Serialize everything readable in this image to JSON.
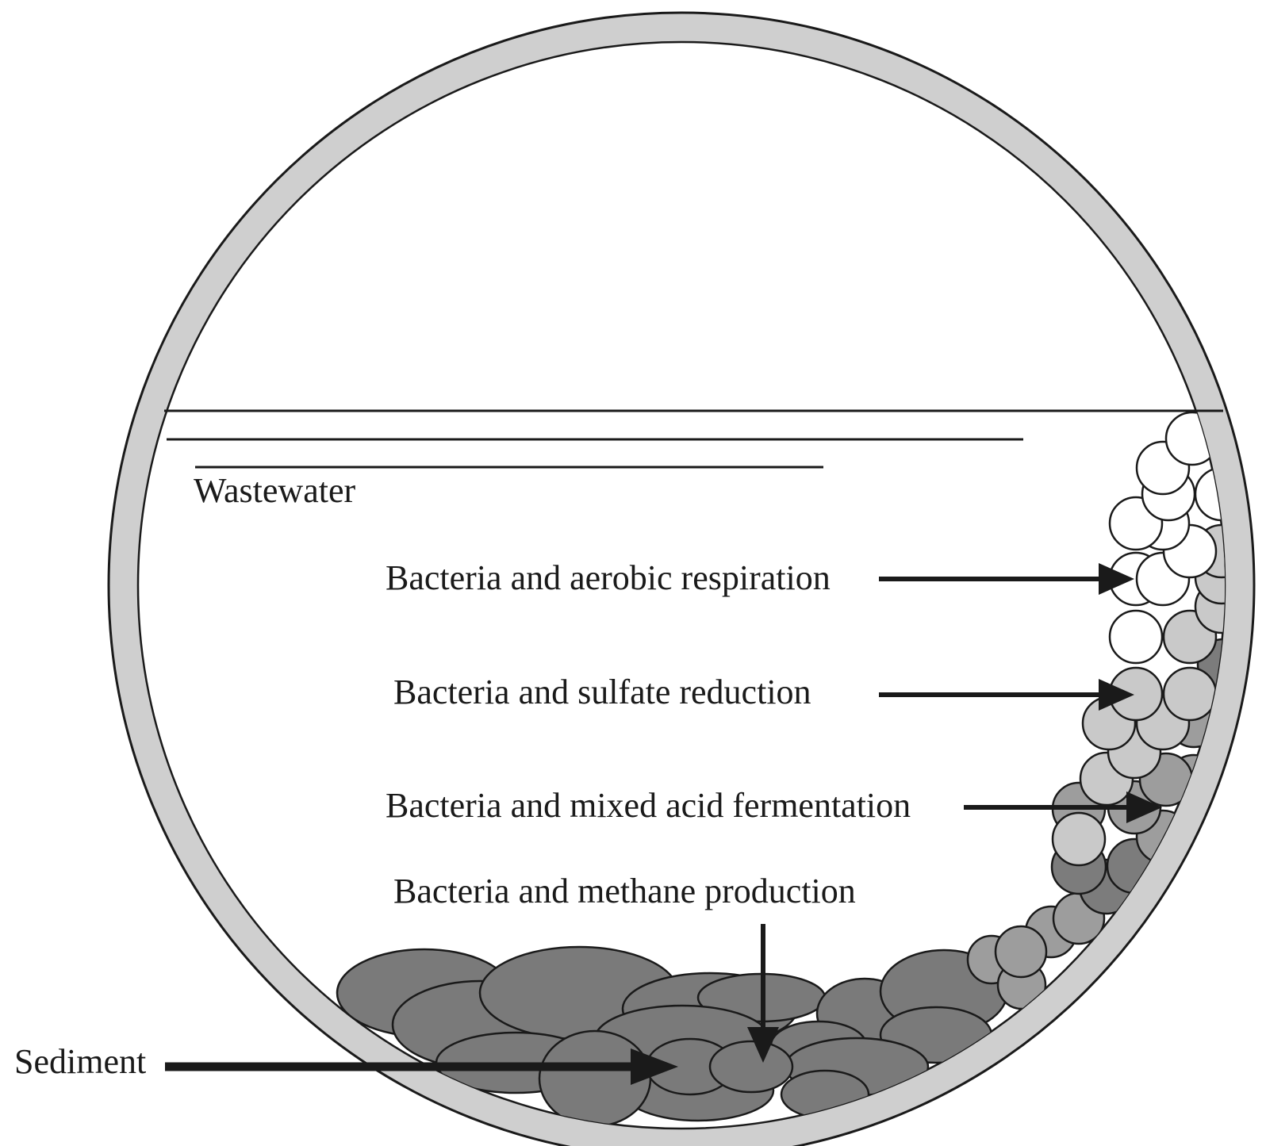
{
  "labels": {
    "wastewater": "Wastewater",
    "aerobic": "Bacteria and aerobic respiration",
    "sulfate": "Bacteria and sulfate reduction",
    "fermentation": "Bacteria and mixed acid fermentation",
    "methane": "Bacteria and methane production",
    "sediment": "Sediment"
  }
}
